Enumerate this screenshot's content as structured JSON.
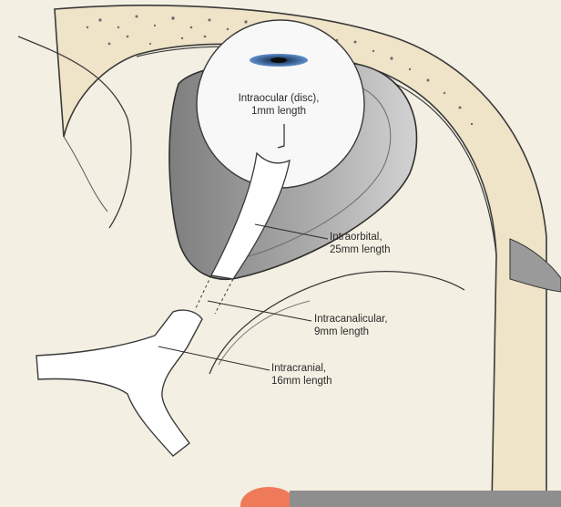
{
  "labels": {
    "intraocular": {
      "line1": "Intraocular (disc),",
      "line2": "1mm length"
    },
    "intraorbital": {
      "line1": "Intraorbital,",
      "line2": "25mm length"
    },
    "intracanalicular": {
      "line1": "Intracanalicular,",
      "line2": "9mm length"
    },
    "intracranial": {
      "line1": "Intracranial,",
      "line2": "16mm length"
    }
  },
  "colors": {
    "background": "#f3efe2",
    "bone": "#efe3c8",
    "outline": "#3a3a3a",
    "orbit_dark": "#8f8f8f",
    "orbit_mid": "#b9b9b9",
    "nerve": "#ffffff",
    "iris": "#3b6fb0",
    "bottom_dot": "#ee7a5a",
    "bottom_bar": "#8e8e8e"
  }
}
